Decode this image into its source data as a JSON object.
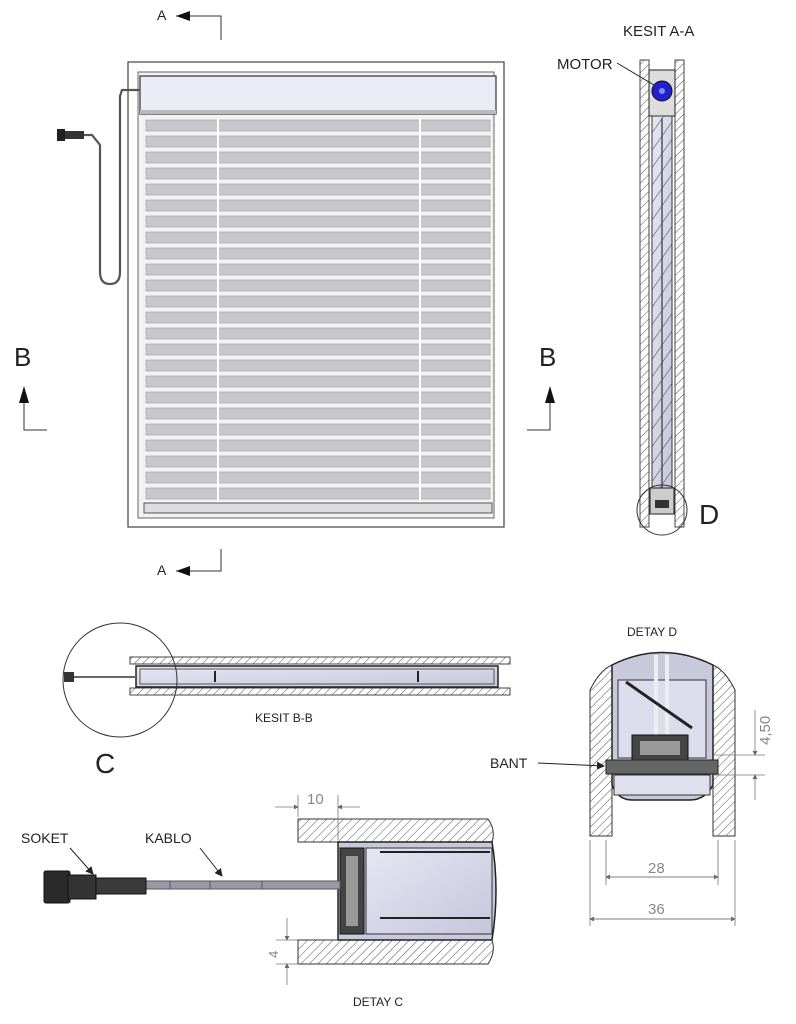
{
  "labels": {
    "section_a_top": "A",
    "section_a_bottom": "A",
    "section_b_left": "B",
    "section_b_right": "B",
    "kesit_aa": "KESIT A-A",
    "motor": "MOTOR",
    "detail_d_marker": "D",
    "kesit_bb": "KESIT B-B",
    "detail_c_marker": "C",
    "detay_d_title": "DETAY D",
    "bant": "BANT",
    "soket": "SOKET",
    "kablo": "KABLO",
    "detay_c_title": "DETAY C"
  },
  "dimensions": {
    "d_450": "4,50",
    "d_28": "28",
    "d_36": "36",
    "c_10": "10",
    "c_4": "4"
  },
  "colors": {
    "motor": "#2222cc",
    "slat": "#c8c8cc",
    "panel": "#dcdcec",
    "frame": "#e8e8ee",
    "dark": "#333333"
  }
}
